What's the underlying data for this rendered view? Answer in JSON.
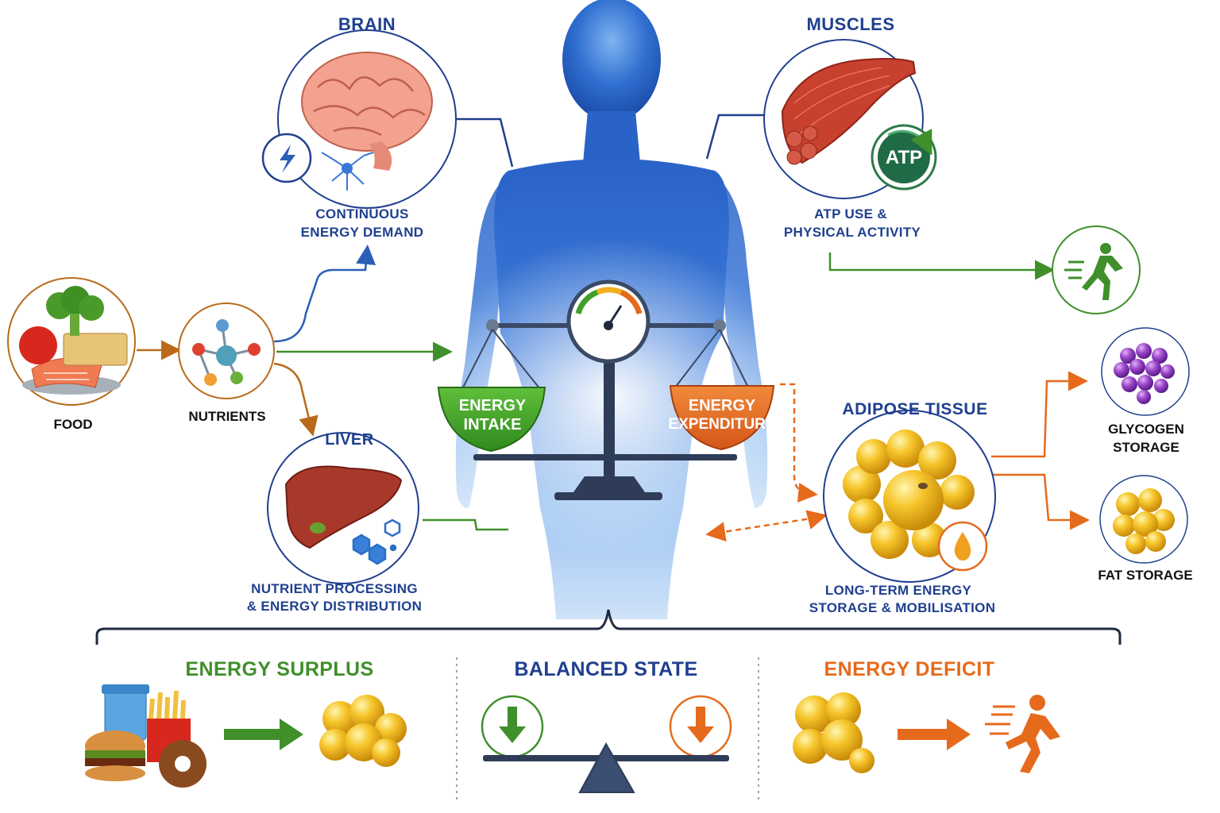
{
  "colors": {
    "blue": "#1f3f8f",
    "green": "#3f8f2a",
    "orange": "#e66a1c",
    "body_blue": "#2f6fd0",
    "fat_yellow": "#f2b21c"
  },
  "icons": [
    "brain-icon",
    "lightning-icon",
    "neuron-icon",
    "muscle-icon",
    "atp-icon",
    "runner-icon",
    "food-icon",
    "molecule-icon",
    "liver-icon",
    "hexagon-molecule-icon",
    "gauge-icon",
    "balance-scale-icon",
    "glycogen-icon",
    "fat-cells-icon",
    "oil-drop-icon",
    "junk-food-icon",
    "down-arrow-icon",
    "seesaw-icon"
  ],
  "labels": {
    "brain_title": "BRAIN",
    "brain_sub_1": "CONTINUOUS",
    "brain_sub_2": "ENERGY DEMAND",
    "muscles_title": "MUSCLES",
    "muscles_sub_1": "ATP USE &",
    "muscles_sub_2": "PHYSICAL ACTIVITY",
    "atp": "ATP",
    "food": "FOOD",
    "nutrients": "NUTRIENTS",
    "liver_title": "LIVER",
    "liver_sub_1": "NUTRIENT PROCESSING",
    "liver_sub_2": "& ENERGY DISTRIBUTION",
    "intake_1": "ENERGY",
    "intake_2": "INTAKE",
    "expenditure_1": "ENERGY",
    "expenditure_2": "EXPENDITURE",
    "adipose_title": "ADIPOSE TISSUE",
    "adipose_sub_1": "LONG-TERM ENERGY",
    "adipose_sub_2": "STORAGE & MOBILISATION",
    "glycogen_1": "GLYCOGEN",
    "glycogen_2": "STORAGE",
    "fat_storage": "FAT STORAGE"
  },
  "bottom": {
    "surplus": "ENERGY SURPLUS",
    "balanced": "BALANCED STATE",
    "deficit": "ENERGY DEFICIT"
  }
}
